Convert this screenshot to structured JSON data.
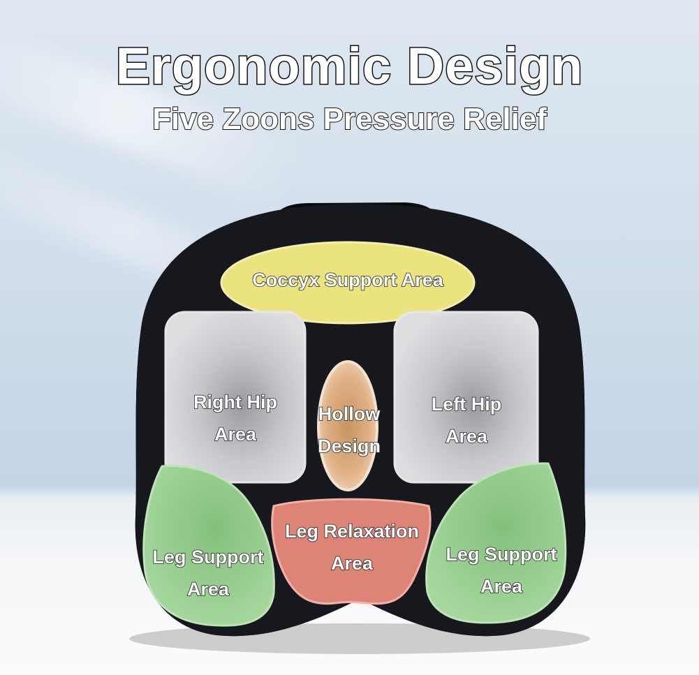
{
  "header": {
    "title": "Ergonomic Design",
    "subtitle": "Five Zoons Pressure Relief"
  },
  "zones": {
    "coccyx": {
      "label": "Coccyx Support Area",
      "color": "#ece681"
    },
    "right_hip": {
      "line1": "Right Hip",
      "line2": "Area",
      "color": "#d9d9dc"
    },
    "hollow": {
      "line1": "Hollow",
      "line2": "Design",
      "color": "#e2b286"
    },
    "left_hip": {
      "line1": "Left Hip",
      "line2": "Area",
      "color": "#d9d9dc"
    },
    "leg_relax": {
      "line1": "Leg Relaxation",
      "line2": "Area",
      "color": "#e08577"
    },
    "leg_support_left": {
      "line1": "Leg Support",
      "line2": "Area",
      "color": "#9fd397"
    },
    "leg_support_right": {
      "line1": "Leg Support",
      "line2": "Area",
      "color": "#9fd397"
    }
  },
  "colors": {
    "cushion": "#16171c",
    "background": "#cfdceb"
  }
}
